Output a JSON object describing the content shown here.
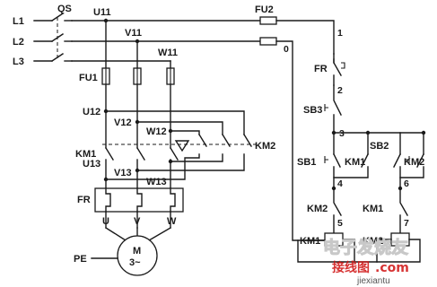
{
  "labels": {
    "L1": "L1",
    "L2": "L2",
    "L3": "L3",
    "QS": "QS",
    "FU1": "FU1",
    "FU2": "FU2",
    "U11": "U11",
    "V11": "V11",
    "W11": "W11",
    "U12": "U12",
    "V12": "V12",
    "W12": "W12",
    "U13": "U13",
    "V13": "V13",
    "W13": "W13",
    "KM1_main": "KM1",
    "KM2_main": "KM2",
    "FR_main": "FR",
    "U": "U",
    "V": "V",
    "W": "W",
    "motor_M": "M",
    "motor_3": "3~",
    "PE": "PE",
    "FR_ctrl": "FR",
    "SB3": "SB3",
    "SB1": "SB1",
    "SB2": "SB2",
    "KM1_hold": "KM1",
    "KM2_hold": "KM2",
    "KM2_inter": "KM2",
    "KM1_inter": "KM1",
    "KM1_coil": "KM1",
    "KM2_coil": "KM2"
  },
  "nodes": {
    "n0": "0",
    "n1": "1",
    "n2": "2",
    "n3": "3",
    "n4": "4",
    "n5": "5",
    "n6": "6",
    "n7": "7"
  },
  "watermark": {
    "brand": "电子发烧友",
    "site_cn": "接线图",
    "dotcom": ".com",
    "url": "jiexiantu"
  }
}
